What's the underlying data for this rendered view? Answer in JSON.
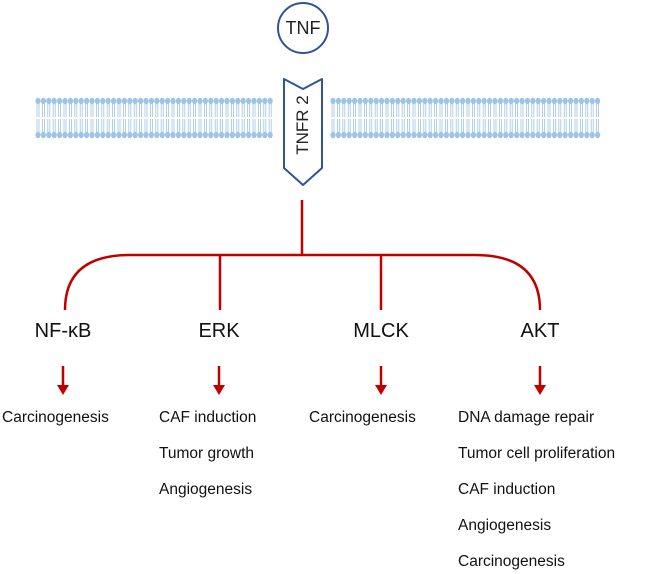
{
  "ligand": {
    "label": "TNF"
  },
  "receptor": {
    "label": "TNFR 2"
  },
  "colors": {
    "signal_line": "#c00000",
    "receptor_outline": "#2f5597",
    "membrane": "#9dc3e6"
  },
  "pathways": [
    {
      "name": "NF-κB",
      "outcomes": [
        "Carcinogenesis"
      ]
    },
    {
      "name": "ERK",
      "outcomes": [
        "CAF induction",
        "Tumor growth",
        "Angiogenesis"
      ]
    },
    {
      "name": "MLCK",
      "outcomes": [
        "Carcinogenesis"
      ]
    },
    {
      "name": "AKT",
      "outcomes": [
        "DNA damage repair",
        "Tumor cell proliferation",
        "CAF induction",
        "Angiogenesis",
        "Carcinogenesis"
      ]
    }
  ]
}
